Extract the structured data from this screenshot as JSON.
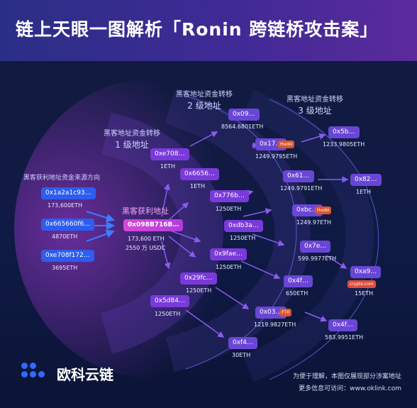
{
  "title": "链上天眼一图解析「Ronin 跨链桥攻击案」",
  "source": {
    "heading": "黑客获利地址资金来源方向",
    "items": [
      {
        "addr": "0x1a2a1c93…",
        "amount": "173,600ETH"
      },
      {
        "addr": "0x665660f6…",
        "amount": "4870ETH"
      },
      {
        "addr": "0xe708f172…",
        "amount": "3695ETH"
      }
    ]
  },
  "hacker": {
    "heading": "黑客获利地址",
    "addr": "0x098B716B…",
    "amount1": "173,600 ETH",
    "amount2": "2550 万 USDC"
  },
  "level_labels": [
    {
      "title": "黑客地址资金转移",
      "level": "1 级地址"
    },
    {
      "title": "黑客地址资金转移",
      "level": "2 级地址"
    },
    {
      "title": "黑客地址资金转移",
      "level": "3 级地址"
    }
  ],
  "level1": [
    {
      "addr": "0xe708…",
      "amount": "1ETH"
    },
    {
      "addr": "0x6656…",
      "amount": "1ETH"
    },
    {
      "addr": "0x776b…",
      "amount": "1250ETH"
    },
    {
      "addr": "0xdb3a…",
      "amount": "1250ETH"
    },
    {
      "addr": "0x9fae…",
      "amount": "1250ETH"
    },
    {
      "addr": "0x29fc…",
      "amount": "1250ETH"
    },
    {
      "addr": "0x5d84…",
      "amount": "1250ETH"
    }
  ],
  "level2": [
    {
      "addr": "0x09…",
      "amount": "8564.6801ETH",
      "tag": ""
    },
    {
      "addr": "0x17…",
      "amount": "1249.9795ETH",
      "tag": "Huobi"
    },
    {
      "addr": "0x61…",
      "amount": "1249.9791ETH",
      "tag": ""
    },
    {
      "addr": "0xbc…",
      "amount": "1249.97ETH",
      "tag": "Huobi"
    },
    {
      "addr": "0x7e…",
      "amount": "599.9977ETH",
      "tag": ""
    },
    {
      "addr": "0x4f…",
      "amount": "650ETH",
      "tag": ""
    },
    {
      "addr": "0x03…",
      "amount": "1219.9827ETH",
      "tag": "FTX"
    },
    {
      "addr": "0xf4…",
      "amount": "30ETH",
      "tag": ""
    }
  ],
  "level3": [
    {
      "addr": "0x5b…",
      "amount": "1233.9805ETH",
      "tag": ""
    },
    {
      "addr": "0x82…",
      "amount": "1ETH",
      "tag": ""
    },
    {
      "addr": "0xa9…",
      "amount": "15ETH",
      "tag": "crypto.com"
    },
    {
      "addr": "0x4f…",
      "amount": "583.9951ETH",
      "tag": ""
    }
  ],
  "brand": "欧科云链",
  "footer": {
    "note": "为便于理解，本图仅展现部分涉案地址",
    "more": "更多信息可访问：www.oklink.com"
  },
  "colors": {
    "accent": "#2d5df0",
    "hacker": "#d44bd8",
    "node": "#7a3ad9"
  }
}
